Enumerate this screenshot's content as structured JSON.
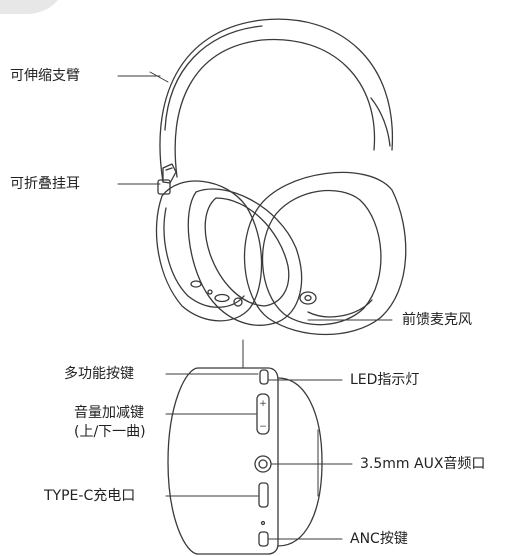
{
  "labels": {
    "arm": "可伸缩支臂",
    "hinge": "可折叠挂耳",
    "feedforward_mic": "前馈麦克风",
    "multi_button": "多功能按键",
    "led": "LED指示灯",
    "volume_line1": "音量加减键",
    "volume_line2": "(上/下一曲)",
    "aux": "3.5mm AUX音频口",
    "typec": "TYPE-C充电口",
    "anc": "ANC按键"
  },
  "colors": {
    "stroke": "#3a3a3a",
    "text": "#222222",
    "tab": "#e7e7e7"
  },
  "icons": {
    "plus": "+",
    "minus": "−"
  }
}
